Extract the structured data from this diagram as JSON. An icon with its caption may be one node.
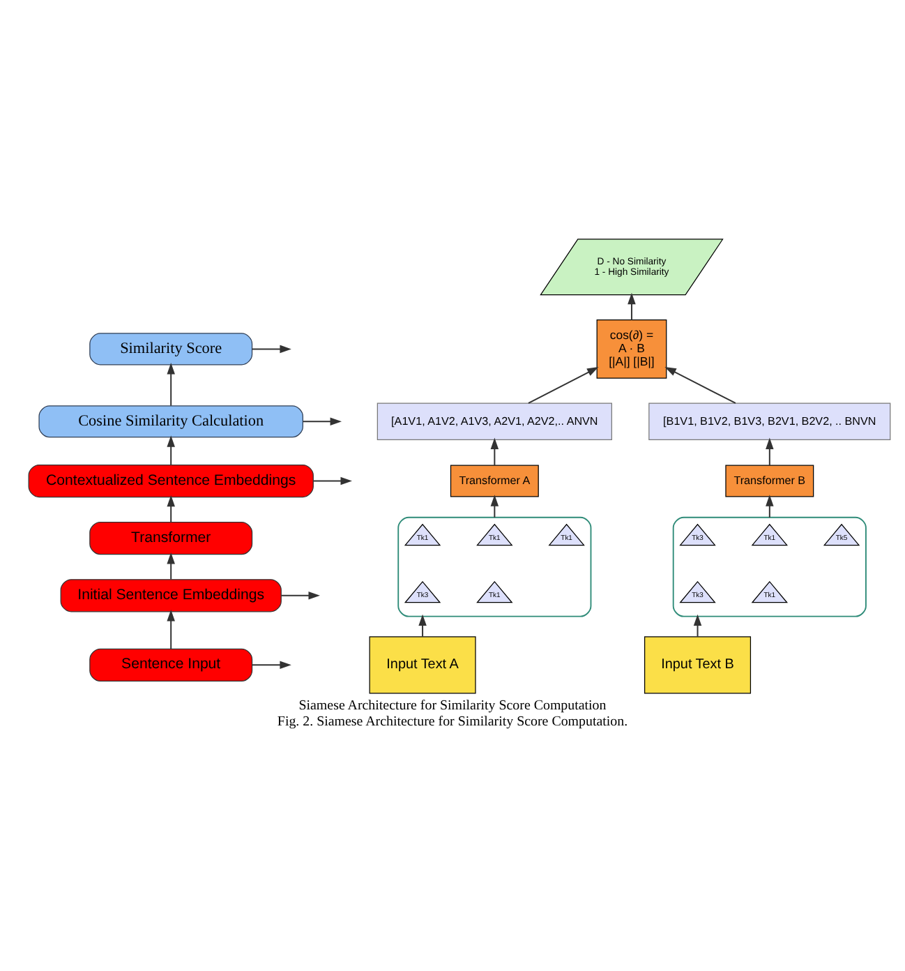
{
  "diagram": {
    "title": "Siamese Architecture for Similarity Score Computation",
    "caption": "Fig. 2. Siamese Architecture for Similarity Score Computation.",
    "nodes": [
      {
        "text": [
          "Similarity Score"
        ]
      },
      {
        "text": [
          "Cosine Similarity Calculation"
        ]
      },
      {
        "text": [
          "Contextualized Sentence Embeddings"
        ]
      },
      {
        "text": [
          "Transformer"
        ]
      },
      {
        "text": [
          "Initial Sentence Embeddings"
        ]
      },
      {
        "text": [
          "Sentence Input"
        ]
      },
      {
        "text": [
          "D - No Similarity",
          "1 - High Similarity"
        ]
      },
      {
        "text": [
          "cos(∂) =",
          "A · B",
          "[|A|] [|B|]"
        ]
      },
      {
        "text": [
          "[A1V1, A1V2, A1V3, A2V1, A2V2,.. ANVN"
        ]
      },
      {
        "text": [
          "[B1V1, B1V2, B1V3, B2V1, B2V2, .. BNVN"
        ]
      },
      {
        "text": [
          "Transformer A"
        ]
      },
      {
        "text": [
          "Transformer B"
        ]
      },
      {
        "text": [],
        "shape": "box"
      },
      {
        "text": [
          "Tk1"
        ],
        "in": 12
      },
      {
        "text": [
          "Tk1"
        ],
        "in": 12
      },
      {
        "text": [
          "Tk1"
        ],
        "in": 12
      },
      {
        "text": [
          "Tk1"
        ],
        "in": 12
      },
      {
        "text": [
          "Tk3"
        ],
        "in": 12
      },
      {
        "text": [],
        "shape": "box"
      },
      {
        "text": [
          "Tk1"
        ],
        "in": 18
      },
      {
        "text": [
          "Tk5"
        ],
        "in": 18
      },
      {
        "text": [
          "Tk3"
        ],
        "in": 18
      },
      {
        "text": [
          "Tk1"
        ],
        "in": 18
      },
      {
        "text": [
          "Tk3"
        ],
        "in": 18
      },
      {
        "text": [
          "Input Text A"
        ]
      },
      {
        "text": [
          "Input Text B"
        ]
      }
    ],
    "edges": [
      {
        "from": 5,
        "to": 4,
        "arrow": "to"
      },
      {
        "from": 4,
        "to": 3,
        "arrow": "to"
      },
      {
        "from": 3,
        "to": 2,
        "arrow": "to"
      },
      {
        "from": 2,
        "to": 1,
        "arrow": "to"
      },
      {
        "from": 1,
        "to": 0,
        "arrow": "to"
      },
      {
        "from": 0,
        "to": null,
        "arrow": "to"
      },
      {
        "from": 1,
        "to": null,
        "arrow": "to"
      },
      {
        "from": 2,
        "to": null,
        "arrow": "to"
      },
      {
        "from": 4,
        "to": null,
        "arrow": "to"
      },
      {
        "from": 5,
        "to": null,
        "arrow": "to"
      },
      {
        "from": 24,
        "to": 12,
        "arrow": "to"
      },
      {
        "from": 12,
        "to": 10,
        "arrow": "to"
      },
      {
        "from": 10,
        "to": 8,
        "arrow": "to"
      },
      {
        "from": 25,
        "to": 18,
        "arrow": "to"
      },
      {
        "from": 18,
        "to": 11,
        "arrow": "to"
      },
      {
        "from": 11,
        "to": 9,
        "arrow": "to"
      },
      {
        "from": 8,
        "to": 7,
        "arrow": "to"
      },
      {
        "from": 9,
        "to": 7,
        "arrow": "to"
      },
      {
        "from": 7,
        "to": 6,
        "arrow": "to"
      }
    ]
  }
}
